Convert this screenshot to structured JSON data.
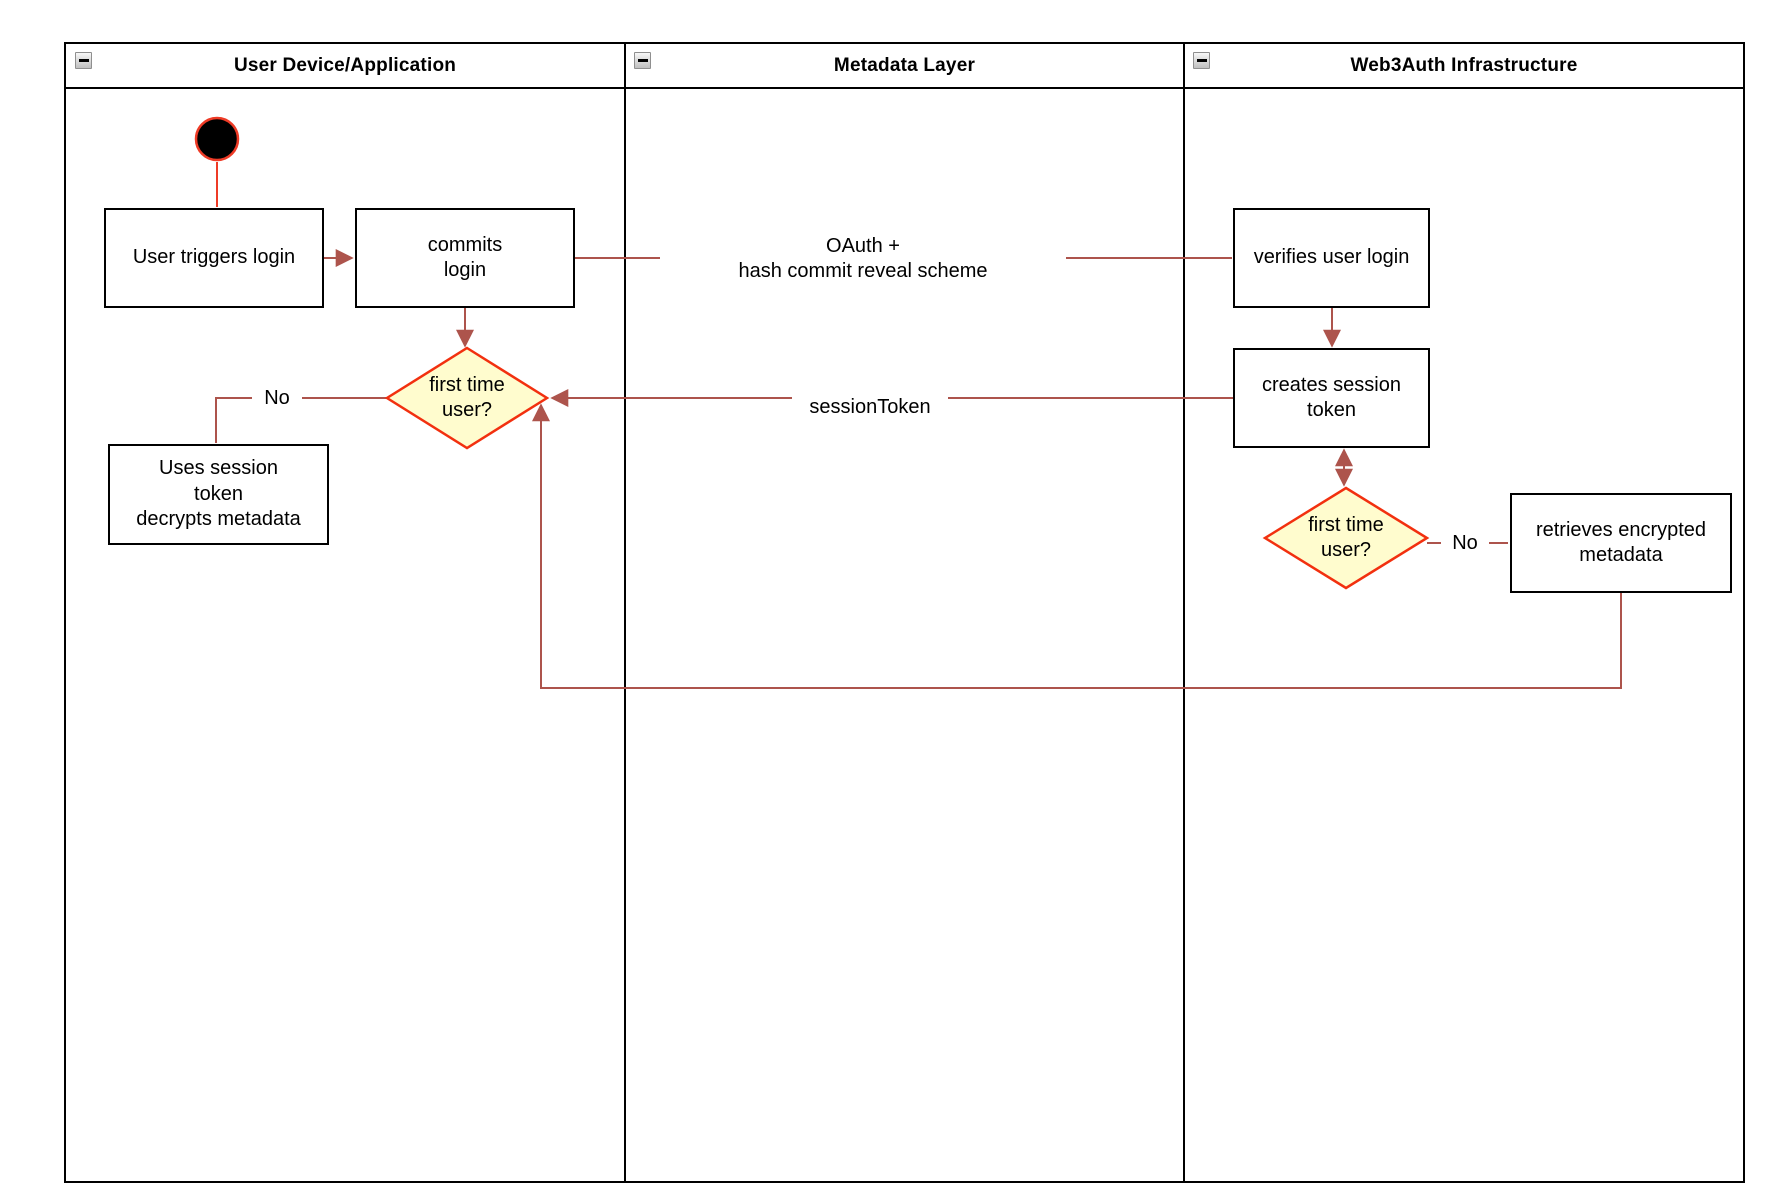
{
  "diagram": {
    "lanes": [
      {
        "title": "User Device/Application"
      },
      {
        "title": "Metadata Layer"
      },
      {
        "title": "Web3Auth Infrastructure"
      }
    ],
    "nodes": {
      "user_triggers_login": {
        "label": "User triggers login"
      },
      "commits_login": {
        "label": "commits\nlogin"
      },
      "first_time_user_device": {
        "label": "first time\nuser?"
      },
      "uses_session_token": {
        "label": "Uses session\ntoken\ndecrypts metadata"
      },
      "verifies_user_login": {
        "label": "verifies user login"
      },
      "creates_session_token": {
        "label": "creates session\ntoken"
      },
      "first_time_user_web3auth": {
        "label": "first time\nuser?"
      },
      "retrieves_encrypted_metadata": {
        "label": "retrieves encrypted\nmetadata"
      }
    },
    "edge_labels": {
      "oauth": "OAuth +\nhash commit reveal scheme",
      "session_token": "sessionToken",
      "no_device": "No",
      "no_web3auth": "No"
    },
    "icons": {
      "collapse": "collapse-minus-icon"
    }
  },
  "colors": {
    "edge": "#AD544C",
    "startred": "#EE3B26",
    "dstroke": "#F2300F",
    "dfill": "#FFFCCE",
    "frame": "#000000"
  }
}
